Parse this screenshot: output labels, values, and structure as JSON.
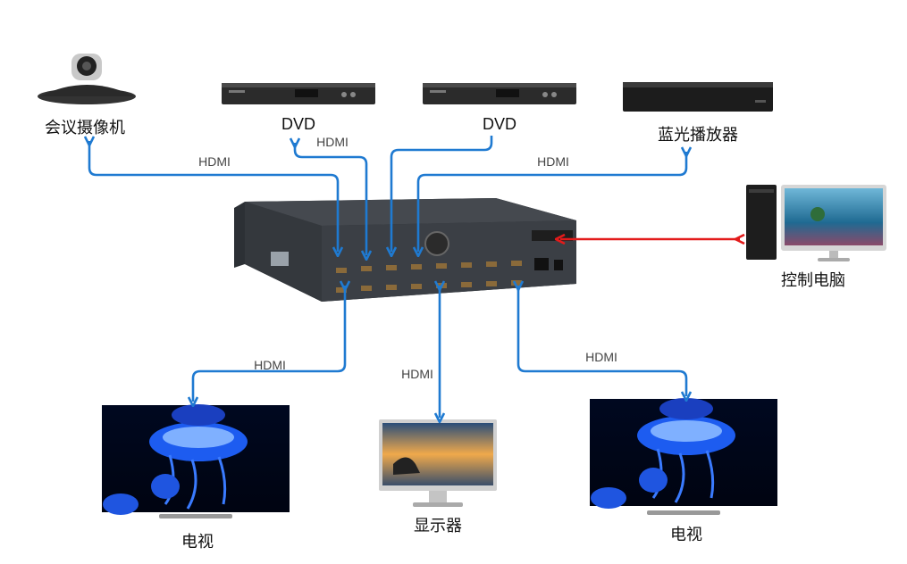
{
  "devices": {
    "camera": "会议摄像机",
    "dvd1": "DVD",
    "dvd2": "DVD",
    "bluray": "蓝光播放器",
    "pc": "控制电脑",
    "tv_left": "电视",
    "monitor": "显示器",
    "tv_right": "电视"
  },
  "links": {
    "camera": "HDMI",
    "dvd1": "HDMI",
    "bluray": "HDMI",
    "tv_left": "HDMI",
    "monitor": "HDMI",
    "tv_right": "HDMI"
  },
  "colors": {
    "hdmi_line": "#1f7ad1",
    "control_line": "#e31b1b",
    "chassis": "#3b3f45"
  }
}
